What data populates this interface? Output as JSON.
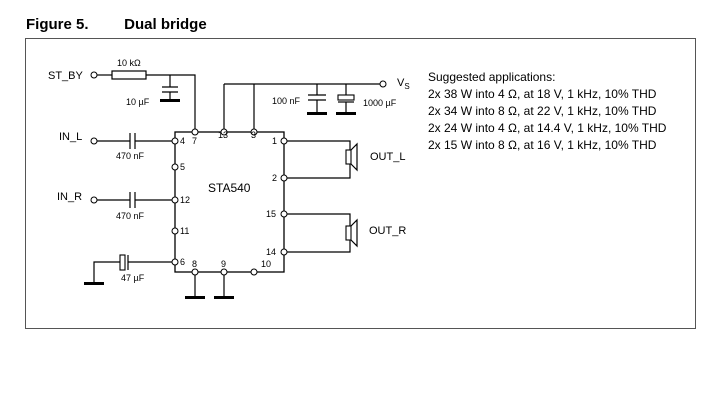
{
  "figure": {
    "number": "Figure 5.",
    "title": "Dual bridge"
  },
  "chip": {
    "name": "STA540"
  },
  "inputs": {
    "stby": "ST_BY",
    "in_l": "IN_L",
    "in_r": "IN_R"
  },
  "outputs": {
    "out_l": "OUT_L",
    "out_r": "OUT_R"
  },
  "supply": {
    "label": "V",
    "subscript": "S"
  },
  "components": {
    "r_stby": "10 kΩ",
    "c_stby": "10 µF",
    "c_in_l": "470 nF",
    "c_in_r": "470 nF",
    "c_svr": "47 µF",
    "c_vs_small": "100 nF",
    "c_vs_big": "1000 µF"
  },
  "pins": {
    "p1": "1",
    "p2": "2",
    "p3": "3",
    "p4": "4",
    "p5": "5",
    "p6": "6",
    "p7": "7",
    "p8": "8",
    "p9": "9",
    "p10": "10",
    "p11": "11",
    "p12": "12",
    "p13": "13",
    "p14": "14",
    "p15": "15"
  },
  "applications": {
    "heading": "Suggested applications:",
    "items": [
      "2x 38 W into 4 Ω, at 18 V, 1 kHz, 10% THD",
      "2x 34 W into 8 Ω, at 22 V, 1 kHz, 10% THD",
      "2x 24 W into 4 Ω, at 14.4 V, 1 kHz, 10% THD",
      "2x 15 W into 8 Ω, at 16 V, 1 kHz, 10% THD"
    ]
  }
}
